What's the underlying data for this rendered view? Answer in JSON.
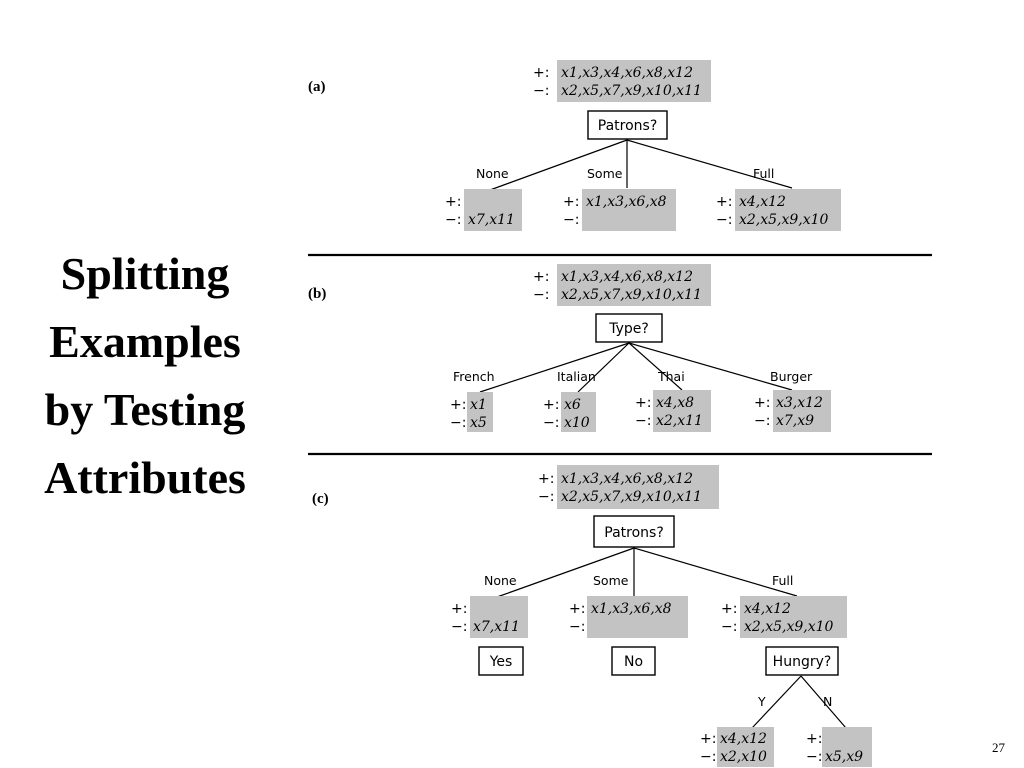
{
  "slide": {
    "title_lines": [
      "Splitting",
      "Examples",
      "by Testing",
      "Attributes"
    ],
    "page_number": "27"
  },
  "colors": {
    "example_box": "#c3c3c3",
    "lines": "#000000",
    "background": "#ffffff"
  },
  "labels": {
    "plus": "+:",
    "minus": "−:"
  },
  "panels": {
    "a": {
      "label": "(a)",
      "root": {
        "pos": "x1,x3,x4,x6,x8,x12",
        "neg": "x2,x5,x7,x9,x10,x11"
      },
      "test": "Patrons?",
      "branches": [
        {
          "label": "None",
          "pos": "",
          "neg": "x7,x11"
        },
        {
          "label": "Some",
          "pos": "x1,x3,x6,x8",
          "neg": ""
        },
        {
          "label": "Full",
          "pos": "x4,x12",
          "neg": "x2,x5,x9,x10"
        }
      ]
    },
    "b": {
      "label": "(b)",
      "root": {
        "pos": "x1,x3,x4,x6,x8,x12",
        "neg": "x2,x5,x7,x9,x10,x11"
      },
      "test": "Type?",
      "branches": [
        {
          "label": "French",
          "pos": "x1",
          "neg": "x5"
        },
        {
          "label": "Italian",
          "pos": "x6",
          "neg": "x10"
        },
        {
          "label": "Thai",
          "pos": "x4,x8",
          "neg": "x2,x11"
        },
        {
          "label": "Burger",
          "pos": "x3,x12",
          "neg": "x7,x9"
        }
      ]
    },
    "c": {
      "label": "(c)",
      "root": {
        "pos": "x1,x3,x4,x6,x8,x12",
        "neg": "x2,x5,x7,x9,x10,x11"
      },
      "test": "Patrons?",
      "branches": [
        {
          "label": "None",
          "pos": "",
          "neg": "x7,x11",
          "leaf": "Yes"
        },
        {
          "label": "Some",
          "pos": "x1,x3,x6,x8",
          "neg": "",
          "leaf": "No"
        },
        {
          "label": "Full",
          "pos": "x4,x12",
          "neg": "x2,x5,x9,x10",
          "test": "Hungry?"
        }
      ],
      "hungry_branches": [
        {
          "label": "Y",
          "pos": "x4,x12",
          "neg": "x2,x10"
        },
        {
          "label": "N",
          "pos": "",
          "neg": "x5,x9"
        }
      ]
    }
  }
}
